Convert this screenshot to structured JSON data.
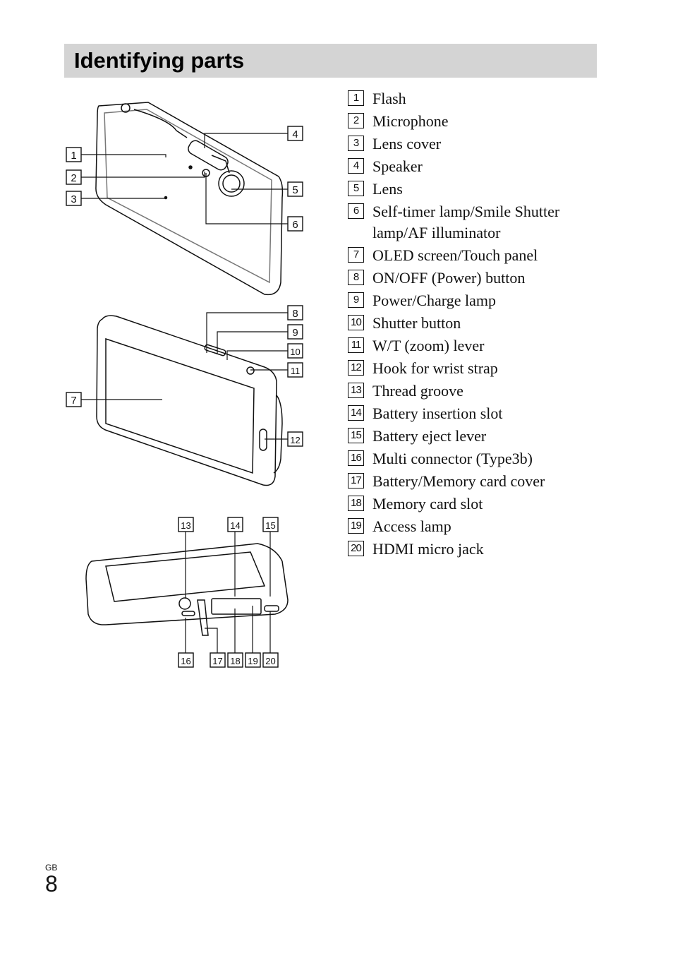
{
  "heading": "Identifying parts",
  "parts": [
    {
      "num": "1",
      "label": "Flash"
    },
    {
      "num": "2",
      "label": "Microphone"
    },
    {
      "num": "3",
      "label": "Lens cover"
    },
    {
      "num": "4",
      "label": "Speaker"
    },
    {
      "num": "5",
      "label": "Lens"
    },
    {
      "num": "6",
      "label": "Self-timer lamp/Smile Shutter lamp/AF illuminator"
    },
    {
      "num": "7",
      "label": "OLED screen/Touch panel"
    },
    {
      "num": "8",
      "label": "ON/OFF (Power) button"
    },
    {
      "num": "9",
      "label": "Power/Charge lamp"
    },
    {
      "num": "10",
      "label": "Shutter button"
    },
    {
      "num": "11",
      "label": "W/T (zoom) lever"
    },
    {
      "num": "12",
      "label": "Hook for wrist strap"
    },
    {
      "num": "13",
      "label": "Thread groove"
    },
    {
      "num": "14",
      "label": "Battery insertion slot"
    },
    {
      "num": "15",
      "label": "Battery eject lever"
    },
    {
      "num": "16",
      "label": "Multi connector (Type3b)"
    },
    {
      "num": "17",
      "label": "Battery/Memory card cover"
    },
    {
      "num": "18",
      "label": "Memory card slot"
    },
    {
      "num": "19",
      "label": "Access lamp"
    },
    {
      "num": "20",
      "label": "HDMI micro jack"
    }
  ],
  "footer": {
    "region": "GB",
    "page": "8"
  }
}
